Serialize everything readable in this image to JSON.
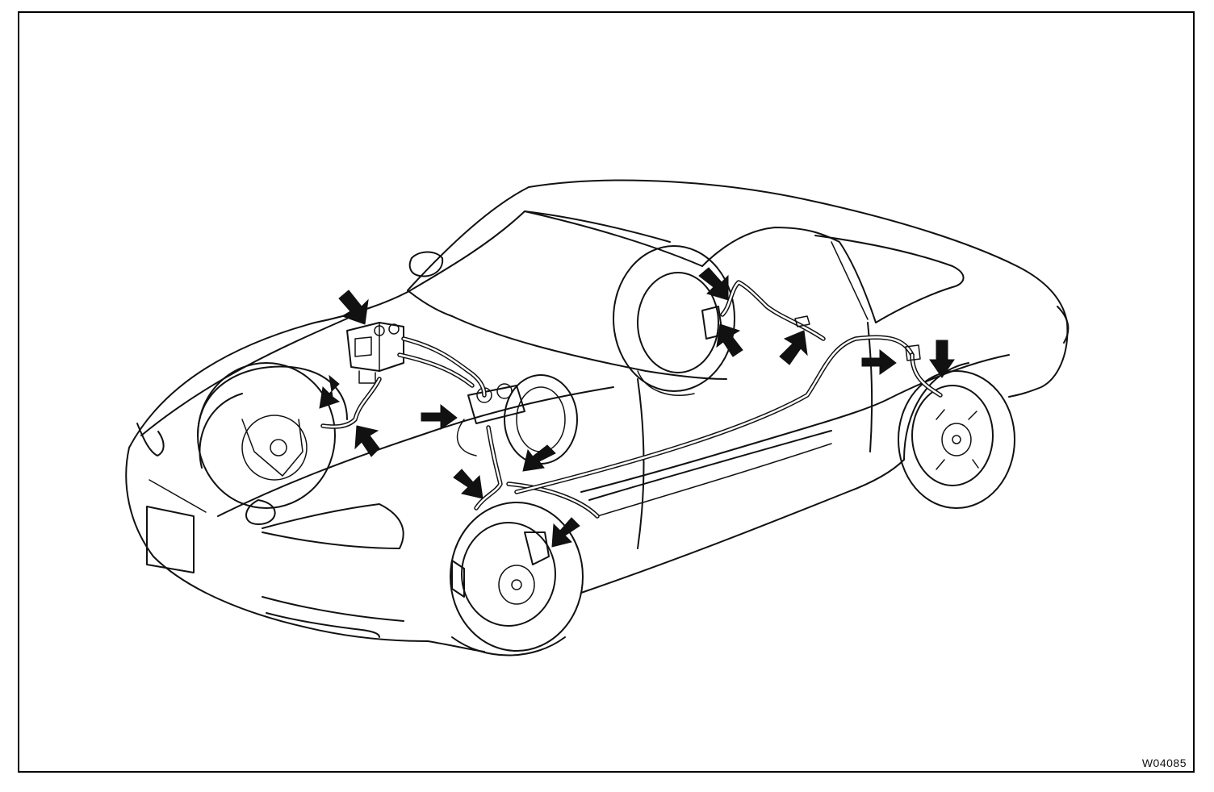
{
  "figure": {
    "code": "W04085"
  },
  "colors": {
    "line": "#111111",
    "background": "#ffffff"
  },
  "arrows": [
    {
      "name": "arrow-abs-actuator",
      "icon": "arrow-icon"
    },
    {
      "name": "arrow-front-left-hose",
      "icon": "arrow-icon"
    },
    {
      "name": "arrow-front-left-line",
      "icon": "arrow-icon"
    },
    {
      "name": "arrow-master-cylinder",
      "icon": "arrow-icon"
    },
    {
      "name": "arrow-front-junction",
      "icon": "arrow-icon"
    },
    {
      "name": "arrow-front-right-joint",
      "icon": "arrow-icon"
    },
    {
      "name": "arrow-front-right-caliper",
      "icon": "arrow-icon"
    },
    {
      "name": "arrow-rear-left-hose-top",
      "icon": "arrow-icon"
    },
    {
      "name": "arrow-rear-left-hose-bottom",
      "icon": "arrow-icon"
    },
    {
      "name": "arrow-rear-union",
      "icon": "arrow-icon"
    },
    {
      "name": "arrow-rear-right-joint",
      "icon": "arrow-icon"
    },
    {
      "name": "arrow-rear-right-caliper",
      "icon": "arrow-icon"
    }
  ]
}
